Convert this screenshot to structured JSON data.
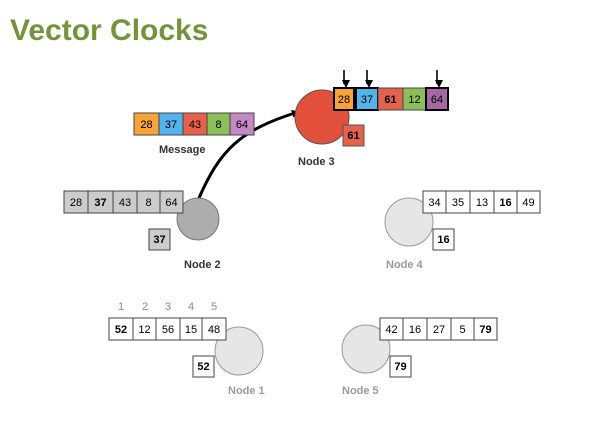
{
  "title": "Vector Clocks",
  "message": {
    "label": "Message",
    "values": [
      "28",
      "37",
      "43",
      "8",
      "64"
    ],
    "colors": [
      "#f9a33b",
      "#54b3ec",
      "#e5624d",
      "#8cbf5a",
      "#a469a2"
    ]
  },
  "index_labels": [
    "1",
    "2",
    "3",
    "4",
    "5"
  ],
  "nodes": [
    {
      "id": "node-1",
      "label": "Node 1",
      "circle_fill": "#e6e6e6",
      "label_color": "#9a9a9a",
      "counter": "52",
      "vector": [
        "52",
        "12",
        "56",
        "15",
        "48"
      ],
      "bold": [
        true,
        false,
        false,
        false,
        false
      ]
    },
    {
      "id": "node-2",
      "label": "Node 2",
      "circle_fill": "#adadad",
      "label_color": "#333333",
      "counter": "37",
      "vector": [
        "28",
        "37",
        "43",
        "8",
        "64"
      ],
      "bold": [
        false,
        true,
        false,
        false,
        false
      ]
    },
    {
      "id": "node-3",
      "label": "Node 3",
      "circle_fill": "#e2503b",
      "label_color": "#333333",
      "counter": "61",
      "vector": [
        "28",
        "37",
        "61",
        "12",
        "64"
      ],
      "bold": [
        false,
        false,
        true,
        false,
        false
      ],
      "cell_colors": [
        "#f9a33b",
        "#54b3ec",
        "#e5624d",
        "#8cbf5a",
        "#a469a2"
      ],
      "updated": [
        true,
        true,
        false,
        false,
        true
      ]
    },
    {
      "id": "node-4",
      "label": "Node 4",
      "circle_fill": "#e6e6e6",
      "label_color": "#9a9a9a",
      "counter": "16",
      "vector": [
        "34",
        "35",
        "13",
        "16",
        "49"
      ],
      "bold": [
        false,
        false,
        false,
        true,
        false
      ]
    },
    {
      "id": "node-5",
      "label": "Node 5",
      "circle_fill": "#e6e6e6",
      "label_color": "#9a9a9a",
      "counter": "79",
      "vector": [
        "42",
        "16",
        "27",
        "5",
        "79"
      ],
      "bold": [
        false,
        false,
        false,
        false,
        true
      ]
    }
  ]
}
